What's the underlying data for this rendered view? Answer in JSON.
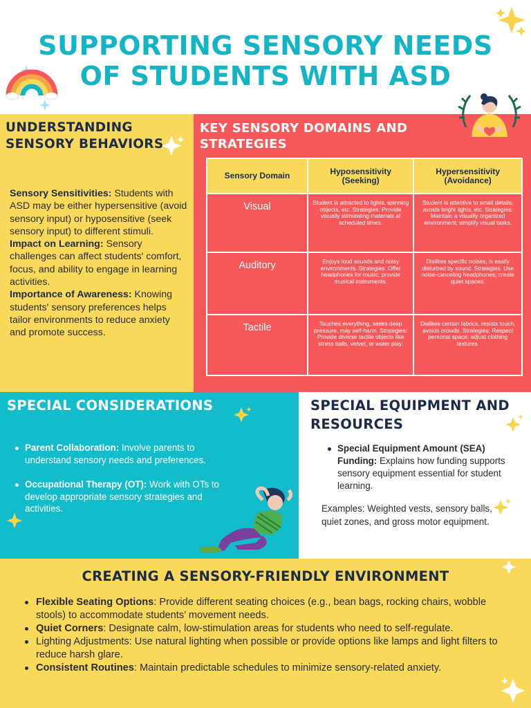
{
  "title": {
    "line1": "SUPPORTING SENSORY NEEDS",
    "line2": "OF STUDENTS WITH ASD"
  },
  "understanding": {
    "heading": "UNDERSTANDING SENSORY BEHAVIORS",
    "items": [
      {
        "term": "Sensory Sensitivities:",
        "text": " Students with ASD may be either hypersensitive (avoid sensory input) or hyposensitive (seek sensory input) to different stimuli."
      },
      {
        "term": "Impact on Learning:",
        "text": " Sensory challenges can affect students' comfort, focus, and ability to engage in learning activities."
      },
      {
        "term": "Importance of Awareness:",
        "text": " Knowing students' sensory preferences helps tailor environments to reduce anxiety and promote success."
      }
    ]
  },
  "domains": {
    "heading": "KEY SENSORY DOMAINS AND STRATEGIES",
    "headers": [
      "Sensory Domain",
      "Hyposensitivity (Seeking)",
      "Hypersensitivity (Avoidance)"
    ],
    "rows": [
      {
        "domain": "Visual",
        "hypo": "Student is attracted to lights, spinning objects, etc. Strategies: Provide visually stimulating materials at scheduled times.",
        "hyper": "Student is attentive to small details, avoids bright lights, etc. Strategies: Maintain a visually organized environment; simplify visual tasks."
      },
      {
        "domain": "Auditory",
        "hypo": "Enjoys loud sounds and noisy environments. Strategies: Offer headphones for music; provide musical instruments.",
        "hyper": "Dislikes specific noises; is easily disturbed by sound. Strategies: Use noise-canceling headphones; create quiet spaces."
      },
      {
        "domain": "Tactile",
        "hypo": "Touches everything, seeks deep pressure, may self-harm. Strategies: Provide diverse tactile objects like stress balls, velvet, or water play.",
        "hyper": "Dislikes certain fabrics, resists touch, avoids crowds. Strategies: Respect personal space; adjust clothing textures."
      }
    ]
  },
  "special": {
    "heading": "SPECIAL CONSIDERATIONS",
    "items": [
      {
        "term": "Parent Collaboration:",
        "text": " Involve parents to understand sensory needs and preferences."
      },
      {
        "term": "Occupational Therapy (OT):",
        "text": " Work with OTs to develop appropriate sensory strategies and activities."
      }
    ]
  },
  "equipment": {
    "heading": "SPECIAL EQUIPMENT AND RESOURCES",
    "items": [
      {
        "term": "Special Equipment Amount (SEA) Funding:",
        "text": " Explains how funding supports sensory equipment essential for student learning."
      }
    ],
    "examples": "Examples: Weighted vests, sensory balls, quiet zones, and gross motor equipment."
  },
  "environment": {
    "heading": "CREATING A SENSORY-FRIENDLY ENVIRONMENT",
    "items": [
      {
        "term": "Flexible Seating Options",
        "text": ": Provide different seating choices (e.g., bean bags, rocking chairs, wobble stools) to accommodate students’ movement needs."
      },
      {
        "term": "Quiet Corners",
        "text": ": Designate calm, low-stimulation areas for students who need to self-regulate."
      },
      {
        "term": "",
        "text": "Lighting Adjustments: Use natural lighting when possible or provide options like lamps and light filters to reduce harsh glare."
      },
      {
        "term": "Consistent Routines",
        "text": ": Maintain predictable schedules to minimize sensory-related anxiety."
      }
    ]
  },
  "colors": {
    "teal": "#13b5c4",
    "yellow": "#fad95a",
    "coral": "#f8585a",
    "navy": "#1b2c4b"
  },
  "icons": [
    "rainbow-icon",
    "sparkle-icon",
    "person-hugging-heart-illustration",
    "person-reclining-illustration"
  ]
}
